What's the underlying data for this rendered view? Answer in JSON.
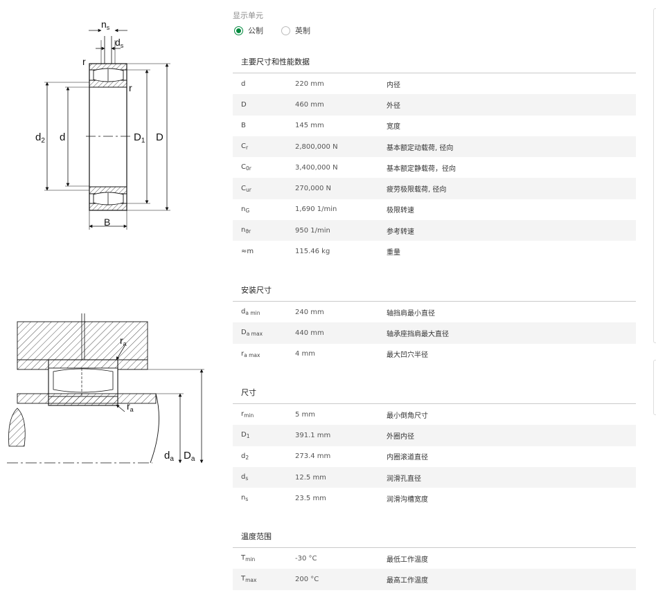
{
  "diagram_labels": {
    "ns": "n",
    "ns_sub": "s",
    "ds": "d",
    "ds_sub": "s",
    "r1": "r",
    "r2": "r",
    "d2": "d",
    "d2_sub": "2",
    "d": "d",
    "D1": "D",
    "D1_sub": "1",
    "D": "D",
    "B": "B",
    "ra1": "r",
    "ra1_sub": "a",
    "ra2": "r",
    "ra2_sub": "a",
    "da": "d",
    "da_sub": "a",
    "Da": "D",
    "Da_sub": "a"
  },
  "units": {
    "title": "显示单元",
    "options": [
      {
        "label": "公制",
        "selected": true
      },
      {
        "label": "英制",
        "selected": false
      }
    ]
  },
  "sections": [
    {
      "title": "主要尺寸和性能数据",
      "rows": [
        {
          "sym": "d",
          "sub": "",
          "value": "220 mm",
          "desc": "内径"
        },
        {
          "sym": "D",
          "sub": "",
          "value": "460 mm",
          "desc": "外径"
        },
        {
          "sym": "B",
          "sub": "",
          "value": "145 mm",
          "desc": "宽度"
        },
        {
          "sym": "C",
          "sub": "r",
          "value": "2,800,000 N",
          "desc": "基本额定动载荷, 径向"
        },
        {
          "sym": "C",
          "sub": "0r",
          "value": "3,400,000 N",
          "desc": "基本额定静载荷，径向"
        },
        {
          "sym": "C",
          "sub": "ur",
          "value": "270,000 N",
          "desc": "疲劳极限载荷, 径向"
        },
        {
          "sym": "n",
          "sub": "G",
          "value": "1,690 1/min",
          "desc": "极限转速"
        },
        {
          "sym": "n",
          "sub": "ϑr",
          "value": "950 1/min",
          "desc": "参考转速"
        },
        {
          "sym": "≈m",
          "sub": "",
          "value": "115.46 kg",
          "desc": "重量"
        }
      ]
    },
    {
      "title": "安装尺寸",
      "rows": [
        {
          "sym": "d",
          "sub": "a min",
          "value": "240 mm",
          "desc": "轴挡肩最小直径"
        },
        {
          "sym": "D",
          "sub": "a max",
          "value": "440 mm",
          "desc": "轴承座挡肩最大直径"
        },
        {
          "sym": "r",
          "sub": "a max",
          "value": "4 mm",
          "desc": "最大凹穴半径"
        }
      ]
    },
    {
      "title": "尺寸",
      "rows": [
        {
          "sym": "r",
          "sub": "min",
          "value": "5 mm",
          "desc": "最小倒角尺寸"
        },
        {
          "sym": "D",
          "sub": "1",
          "value": "391.1 mm",
          "desc": "外圈内径"
        },
        {
          "sym": "d",
          "sub": "2",
          "value": "273.4 mm",
          "desc": "内圈滚道直径"
        },
        {
          "sym": "d",
          "sub": "s",
          "value": "12.5 mm",
          "desc": "润滑孔直径"
        },
        {
          "sym": "n",
          "sub": "s",
          "value": "23.5 mm",
          "desc": "润滑沟槽宽度"
        }
      ]
    },
    {
      "title": "温度范围",
      "rows": [
        {
          "sym": "T",
          "sub": "min",
          "value": "-30 °C",
          "desc": "最低工作温度"
        },
        {
          "sym": "T",
          "sub": "max",
          "value": "200 °C",
          "desc": "最高工作温度"
        }
      ]
    }
  ]
}
